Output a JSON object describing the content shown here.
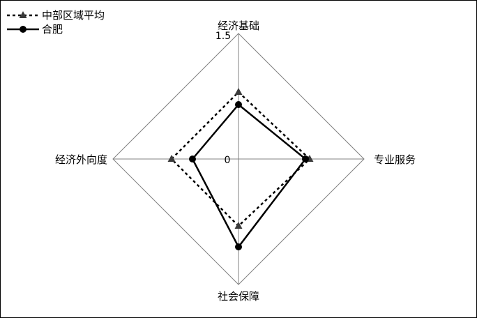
{
  "chart_data": {
    "type": "radar",
    "axes": [
      "经济基础",
      "专业服务",
      "社会保障",
      "经济外向度"
    ],
    "range": [
      0,
      1.5
    ],
    "tick_labels": [
      "0",
      "1.5"
    ],
    "series": [
      {
        "name": "中部区域平均",
        "values": [
          0.8,
          0.85,
          0.8,
          0.8
        ],
        "style": "dotted",
        "marker": "triangle",
        "color": "#000000",
        "marker_color": "#3a3a3a"
      },
      {
        "name": "合肥",
        "values": [
          0.65,
          0.8,
          1.05,
          0.55
        ],
        "style": "solid",
        "marker": "circle",
        "color": "#000000",
        "marker_color": "#000000"
      }
    ],
    "grid": "single outer ring, spokes",
    "legend": "top-left"
  }
}
